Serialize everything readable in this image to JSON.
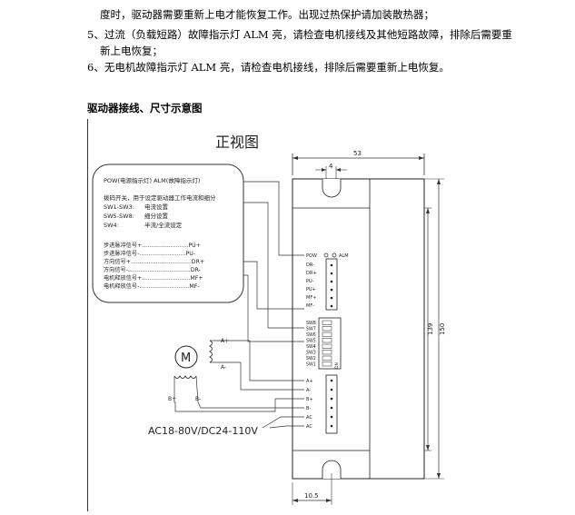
{
  "doc": {
    "lines": [
      "度时，驱动器需要重新上电才能恢复工作。出现过热保护请加装散热器；",
      "5、过流（负载短路）故障指示灯 ALM 亮，请检查电机接线及其他短路故障，排除后需要重",
      "新上电恢复；",
      "6、无电机故障指示灯 ALM 亮，请检查电机接线，排除后需要重新上电恢复。"
    ],
    "section_title": "驱动器接线、尺寸示意图"
  },
  "figure": {
    "view_title": "正视图",
    "legend": {
      "led_line": "POW(电源指示灯)  ALM(故障指示灯)",
      "dip_intro": "拨码开关，用于设定驱动器工作电流和细分",
      "sw_rows": [
        {
          "key": "SW1-SW3:",
          "desc": "电流设置"
        },
        {
          "key": "SW5-SW8:",
          "desc": "细分设置"
        },
        {
          "key": "SW4:",
          "desc": "半流/全流设定"
        }
      ],
      "signal_rows": [
        "步进脉冲信号+..........................PU+",
        "步进脉冲信号-..........................PU-",
        "方向信号+..................................DR+",
        "方向信号-...................................DR-",
        "电机释放信号+...........................MF+",
        "电机释放信号-............................MF-"
      ]
    },
    "dims": {
      "width": "53",
      "hole": "4",
      "inner_height": "139",
      "outer_height": "150",
      "hole_offset": "10.5"
    },
    "led_labels": [
      "POW",
      "ALM"
    ],
    "signal_pins": [
      "DR-",
      "DR+",
      "PU-",
      "PU+",
      "MF+",
      "MF-"
    ],
    "switch_labels": [
      "SW8",
      "SW7",
      "SW6",
      "SW5",
      "SW4",
      "SW3",
      "SW2",
      "SW1"
    ],
    "on_label": "ON",
    "power_pins": [
      "A+",
      "A-",
      "B+",
      "B-",
      "AC",
      "AC"
    ],
    "motor": {
      "symbol": "M",
      "a_plus": "A+",
      "a_minus": "A-",
      "b_plus": "B+",
      "b_minus": "B-"
    },
    "supply": "AC18-80V/DC24-110V"
  }
}
